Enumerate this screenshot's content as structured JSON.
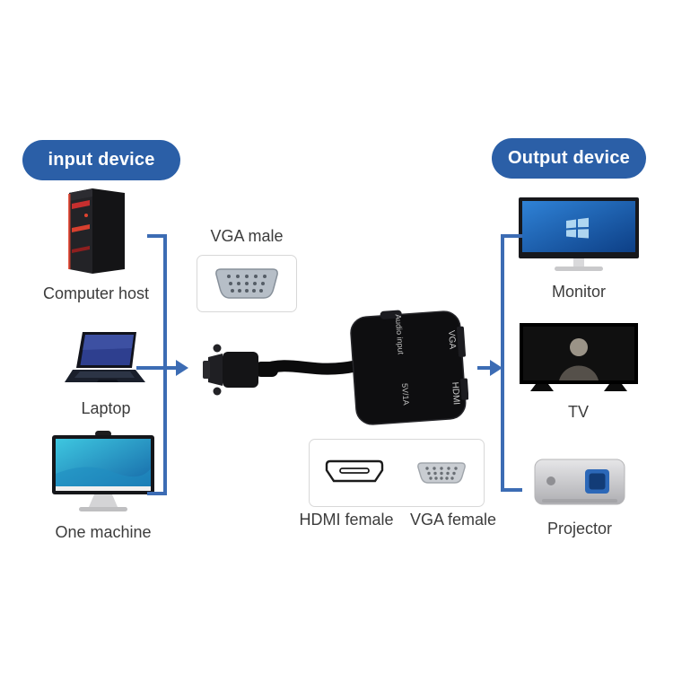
{
  "badges": {
    "input": "input device",
    "output": "Output device"
  },
  "input_devices": [
    {
      "id": "computer-host",
      "label": "Computer host"
    },
    {
      "id": "laptop",
      "label": "Laptop"
    },
    {
      "id": "one-machine",
      "label": "One machine"
    }
  ],
  "output_devices": [
    {
      "id": "monitor",
      "label": "Monitor"
    },
    {
      "id": "tv",
      "label": "TV"
    },
    {
      "id": "projector",
      "label": "Projector"
    }
  ],
  "connector_labels": {
    "vga_male": "VGA male",
    "hdmi_female": "HDMI female",
    "vga_female": "VGA female"
  },
  "adapter_ports": {
    "audio": "Audio input",
    "vga": "VGA",
    "hdmi": "HDMI",
    "power": "5V/1A"
  },
  "colors": {
    "badge_blue": "#2b5fa7",
    "line_blue": "#3c6cb4"
  }
}
